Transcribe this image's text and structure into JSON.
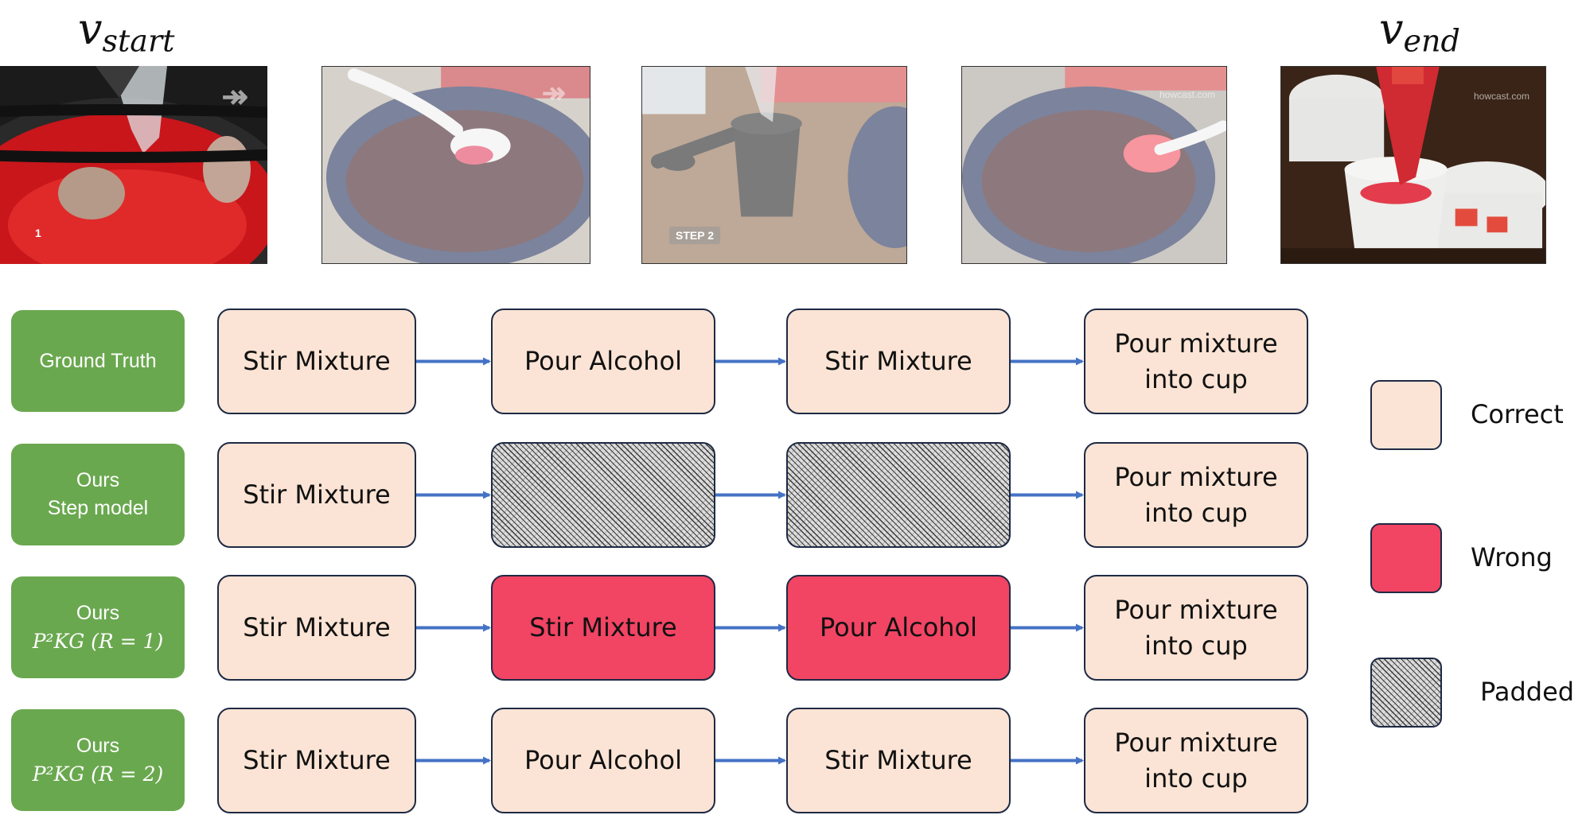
{
  "titles": {
    "start": "v",
    "start_sub": "start",
    "end": "v",
    "end_sub": "end"
  },
  "frames": [
    {
      "id": "frame-1",
      "overlay": "1",
      "overlay_mark": "↠"
    },
    {
      "id": "frame-2",
      "overlay_mark": "↠"
    },
    {
      "id": "frame-3",
      "overlay": "STEP 2"
    },
    {
      "id": "frame-4",
      "overlay": "howcast.com"
    },
    {
      "id": "frame-5",
      "overlay": "howcast.com"
    }
  ],
  "rows": [
    {
      "label_lines": [
        "Ground Truth"
      ],
      "math": "",
      "steps": [
        {
          "state": "correct",
          "lines": [
            "Stir Mixture"
          ]
        },
        {
          "state": "correct",
          "lines": [
            "Pour Alcohol"
          ]
        },
        {
          "state": "correct",
          "lines": [
            "Stir Mixture"
          ]
        },
        {
          "state": "correct",
          "lines": [
            "Pour mixture",
            "into cup"
          ]
        }
      ]
    },
    {
      "label_lines": [
        "Ours",
        "Step model"
      ],
      "math": "",
      "steps": [
        {
          "state": "correct",
          "lines": [
            "Stir Mixture"
          ]
        },
        {
          "state": "padded",
          "lines": []
        },
        {
          "state": "padded",
          "lines": []
        },
        {
          "state": "correct",
          "lines": [
            "Pour mixture",
            "into cup"
          ]
        }
      ]
    },
    {
      "label_lines": [
        "Ours"
      ],
      "math": "P²KG (R = 1)",
      "steps": [
        {
          "state": "correct",
          "lines": [
            "Stir Mixture"
          ]
        },
        {
          "state": "wrong",
          "lines": [
            "Stir Mixture"
          ]
        },
        {
          "state": "wrong",
          "lines": [
            "Pour Alcohol"
          ]
        },
        {
          "state": "correct",
          "lines": [
            "Pour mixture",
            "into cup"
          ]
        }
      ]
    },
    {
      "label_lines": [
        "Ours"
      ],
      "math": "P²KG (R = 2)",
      "steps": [
        {
          "state": "correct",
          "lines": [
            "Stir Mixture"
          ]
        },
        {
          "state": "correct",
          "lines": [
            "Pour Alcohol"
          ]
        },
        {
          "state": "correct",
          "lines": [
            "Stir Mixture"
          ]
        },
        {
          "state": "correct",
          "lines": [
            "Pour mixture",
            "into cup"
          ]
        }
      ]
    }
  ],
  "legend": [
    {
      "state": "correct",
      "label": "Correct"
    },
    {
      "state": "wrong",
      "label": "Wrong"
    },
    {
      "state": "padded",
      "label": "Padded"
    }
  ],
  "colors": {
    "correct": "#fbe4d5",
    "wrong": "#f24463",
    "label_bg": "#6aa84f",
    "arrow": "#4472c4"
  }
}
